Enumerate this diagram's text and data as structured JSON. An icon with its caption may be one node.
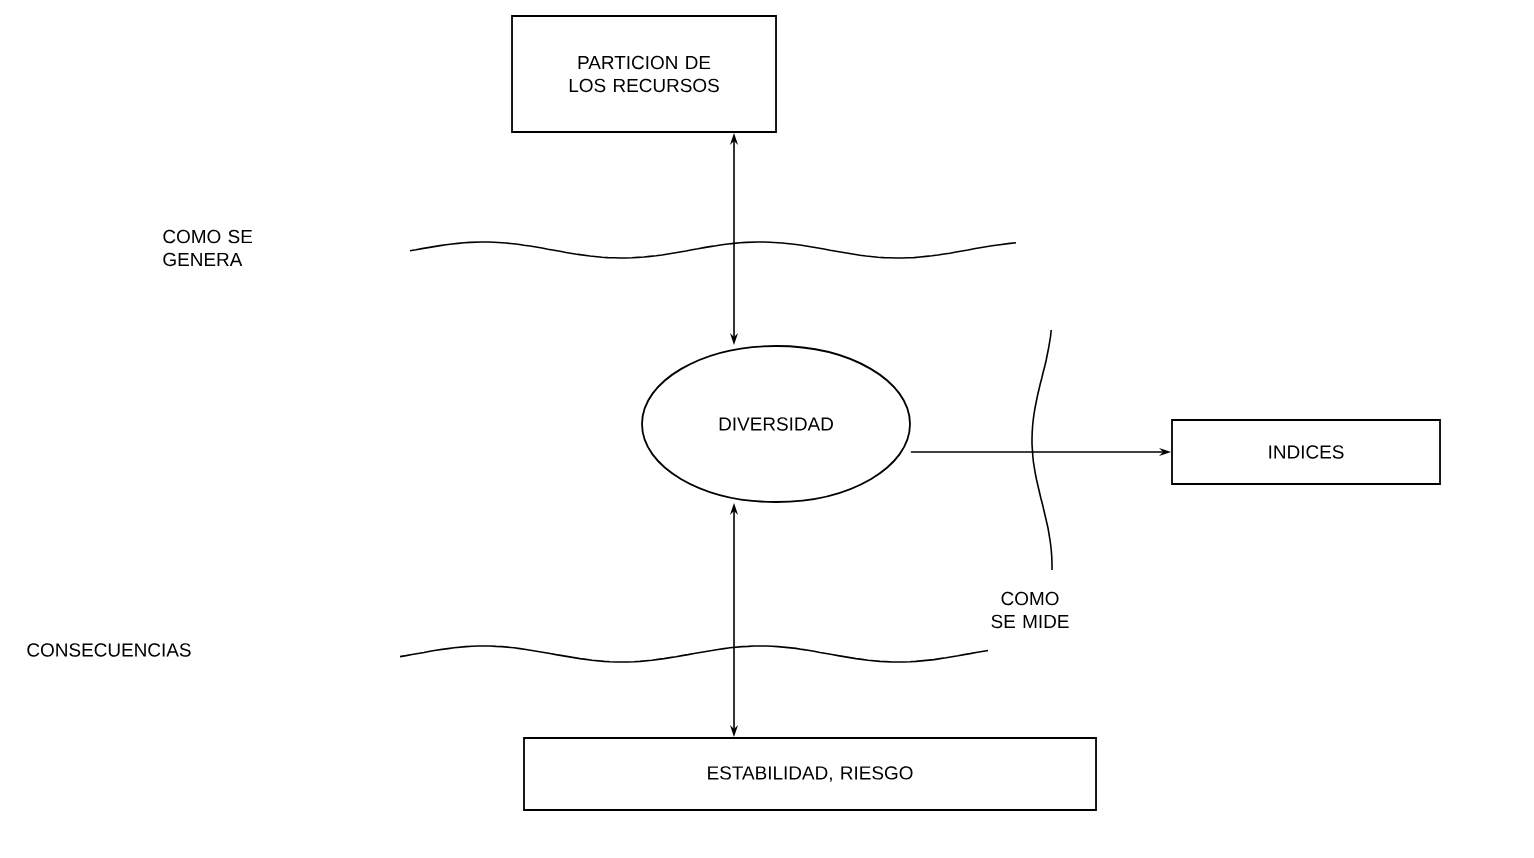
{
  "diagram": {
    "nodes": [
      {
        "text": [
          "PARTICION DE LOS RECURSOS"
        ]
      },
      {
        "text": [
          "DIVERSIDAD"
        ]
      },
      {
        "text": [
          "INDICES"
        ]
      },
      {
        "text": [
          "ESTABILIDAD, RIESGO"
        ]
      }
    ],
    "edges": [
      {
        "from": 0,
        "to": 1,
        "arrow": "both"
      },
      {
        "from": 1,
        "to": 2,
        "arrow": "to"
      },
      {
        "from": 1,
        "to": 3,
        "arrow": "both"
      }
    ],
    "labels": [
      "COMO SE GENERA",
      "COMO SE MIDE",
      "CONSECUENCIAS"
    ]
  }
}
